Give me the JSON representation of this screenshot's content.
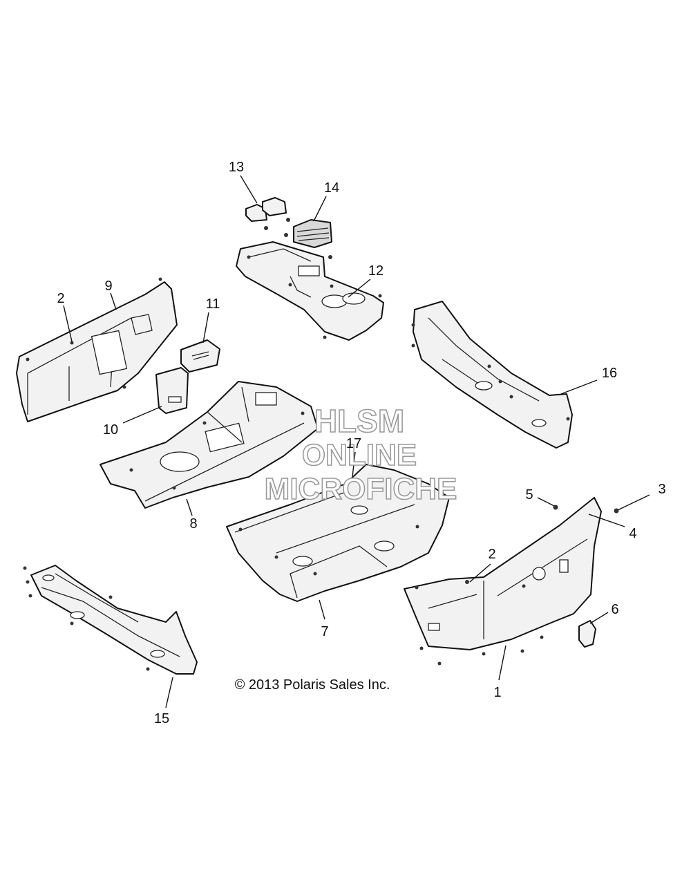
{
  "callouts": [
    {
      "id": "13",
      "label": "13"
    },
    {
      "id": "14",
      "label": "14"
    },
    {
      "id": "12",
      "label": "12"
    },
    {
      "id": "2a",
      "label": "2"
    },
    {
      "id": "9",
      "label": "9"
    },
    {
      "id": "11",
      "label": "11"
    },
    {
      "id": "10",
      "label": "10"
    },
    {
      "id": "16",
      "label": "16"
    },
    {
      "id": "8",
      "label": "8"
    },
    {
      "id": "17",
      "label": "17"
    },
    {
      "id": "5",
      "label": "5"
    },
    {
      "id": "3",
      "label": "3"
    },
    {
      "id": "4",
      "label": "4"
    },
    {
      "id": "2b",
      "label": "2"
    },
    {
      "id": "6",
      "label": "6"
    },
    {
      "id": "7",
      "label": "7"
    },
    {
      "id": "1",
      "label": "1"
    },
    {
      "id": "15",
      "label": "15"
    }
  ],
  "copyright": "© 2013 Polaris Sales Inc.",
  "watermark": {
    "line1": "HLSM",
    "line2": "ONLINE",
    "line3": "MICROFICHE"
  }
}
